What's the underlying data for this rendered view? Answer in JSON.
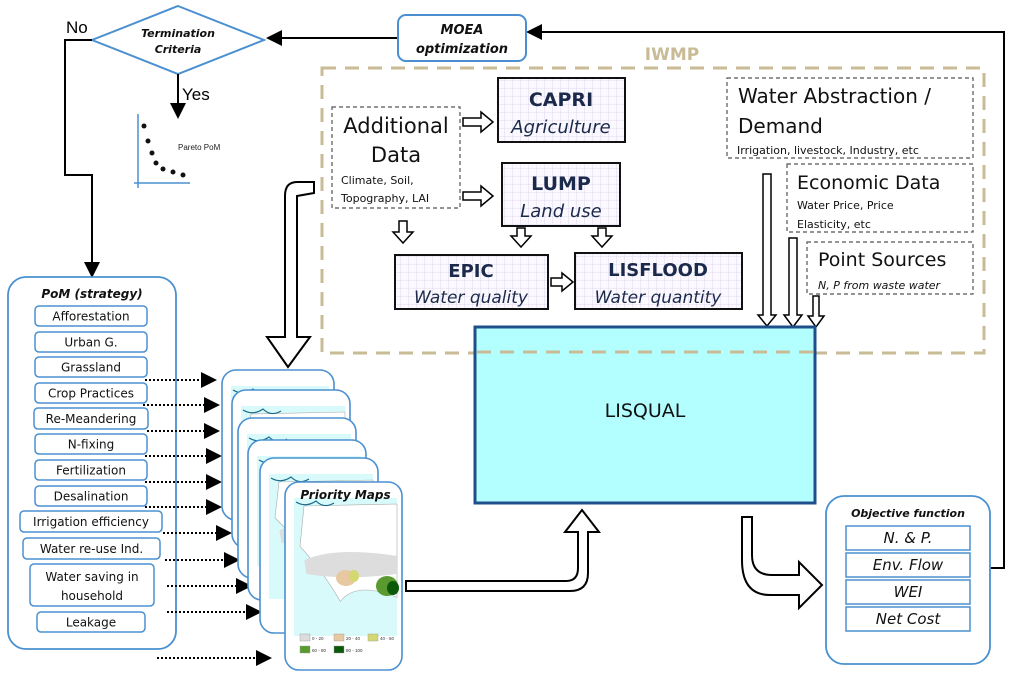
{
  "flow": {
    "termination": {
      "line1": "Termination",
      "line2": "Criteria"
    },
    "no_label": "No",
    "yes_label": "Yes",
    "pareto_label": "Pareto PoM",
    "moea": {
      "line1": "MOEA",
      "line2": "optimization"
    }
  },
  "iwmp": {
    "label": "IWMP",
    "additional_data": {
      "line1": "Additional",
      "line2": "Data",
      "sub1": "Climate, Soil,",
      "sub2": "Topography, LAI"
    },
    "models": [
      {
        "name": "CAPRI",
        "desc": "Agriculture"
      },
      {
        "name": "LUMP",
        "desc": "Land use"
      },
      {
        "name": "EPIC",
        "desc": "Water quality"
      },
      {
        "name": "LISFLOOD",
        "desc": "Water quantity"
      }
    ],
    "water_abstraction": {
      "line1": "Water Abstraction /",
      "line2": "Demand",
      "sub": "Irrigation, livestock, Industry, etc"
    },
    "economic_data": {
      "title": "Economic Data",
      "sub1": "Water Price, Price",
      "sub2": "Elasticity, etc"
    },
    "point_sources": {
      "title": "Point Sources",
      "sub": "N, P from waste water"
    }
  },
  "lisqual": {
    "label": "LISQUAL"
  },
  "pom": {
    "title": "PoM (strategy)",
    "items": [
      "Afforestation",
      "Urban G.",
      "Grassland",
      "Crop Practices",
      "Re-Meandering",
      "N-fixing",
      "Fertilization",
      "Desalination",
      "Irrigation efficiency",
      "Water re-use Ind.",
      "Water saving in",
      "household",
      "Leakage"
    ]
  },
  "priority_maps": {
    "title": "Priority Maps",
    "legend": [
      "0 - 20",
      "20 - 40",
      "40 - 60",
      "60 - 80",
      "80 - 100"
    ],
    "legend_colors": [
      "#dcdcdc",
      "#e8c8a0",
      "#d4d870",
      "#5a9a30",
      "#0a5a0a"
    ]
  },
  "objective": {
    "title": "Objective function",
    "items": [
      "N. & P.",
      "Env. Flow",
      "WEI",
      "Net Cost"
    ]
  },
  "colors": {
    "accent_blue": "#4a90d0",
    "lisqual_fill": "#b3ffff",
    "lisqual_border": "#1f4e8c",
    "iwmp_dash": "#c8bb95"
  }
}
